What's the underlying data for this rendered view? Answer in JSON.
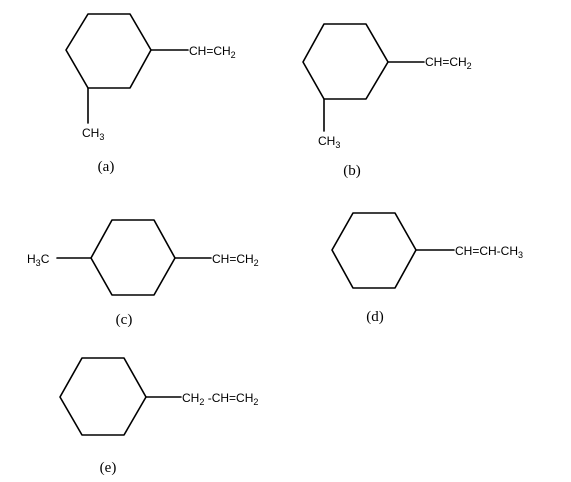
{
  "figure": {
    "a": {
      "caption": "(a)",
      "substituent_right": {
        "base": "CH=CH",
        "sub": "2"
      },
      "substituent_bottom": {
        "base": "CH",
        "sub": "3"
      }
    },
    "b": {
      "caption": "(b)",
      "substituent_right": {
        "base": "CH=CH",
        "sub": "2"
      },
      "substituent_bottom": {
        "base": "CH",
        "sub": "3"
      }
    },
    "c": {
      "caption": "(c)",
      "substituent_left": {
        "pre": "H",
        "sub": "3",
        "post": "C"
      },
      "substituent_right": {
        "base": "CH=CH",
        "sub": "2"
      }
    },
    "d": {
      "caption": "(d)",
      "substituent_right": {
        "base": "CH=CH-CH",
        "sub": "3"
      }
    },
    "e": {
      "caption": "(e)",
      "substituent_right": {
        "pre": "CH",
        "sub": "2",
        "post": " -CH=CH",
        "sub2": "2"
      }
    }
  }
}
